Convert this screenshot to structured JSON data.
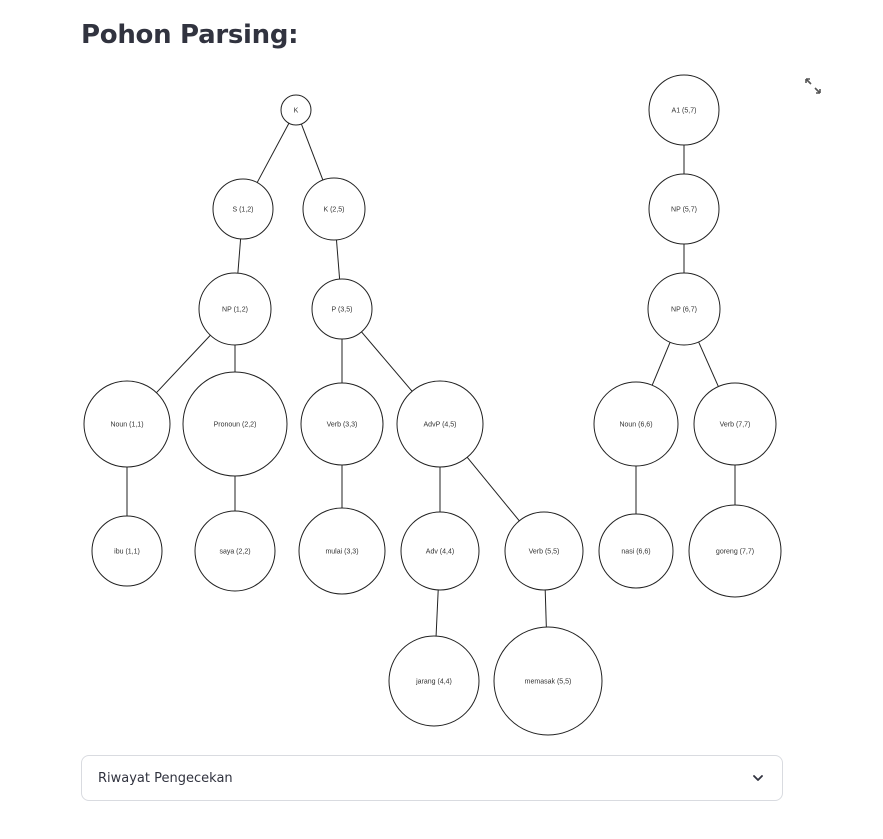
{
  "page": {
    "title": "Pohon Parsing:"
  },
  "toolbar": {
    "fullscreen_icon": "expand-arrows-icon"
  },
  "parse_tree": {
    "nodes": [
      {
        "id": "k_root",
        "label": "K"
      },
      {
        "id": "s12",
        "label": "S (1,2)"
      },
      {
        "id": "k25",
        "label": "K (2,5)"
      },
      {
        "id": "np12",
        "label": "NP (1,2)"
      },
      {
        "id": "p35",
        "label": "P (3,5)"
      },
      {
        "id": "noun11",
        "label": "Noun (1,1)"
      },
      {
        "id": "pronoun22",
        "label": "Pronoun (2,2)"
      },
      {
        "id": "verb33",
        "label": "Verb (3,3)"
      },
      {
        "id": "advp45",
        "label": "AdvP (4,5)"
      },
      {
        "id": "ibu11",
        "label": "ibu (1,1)"
      },
      {
        "id": "saya22",
        "label": "saya (2,2)"
      },
      {
        "id": "mulai33",
        "label": "mulai (3,3)"
      },
      {
        "id": "adv44",
        "label": "Adv (4,4)"
      },
      {
        "id": "verb55",
        "label": "Verb (5,5)"
      },
      {
        "id": "jarang44",
        "label": "jarang (4,4)"
      },
      {
        "id": "memasak55",
        "label": "memasak (5,5)"
      },
      {
        "id": "a157",
        "label": "A1 (5,7)"
      },
      {
        "id": "np57",
        "label": "NP (5,7)"
      },
      {
        "id": "np67",
        "label": "NP (6,7)"
      },
      {
        "id": "noun66",
        "label": "Noun (6,6)"
      },
      {
        "id": "verb77",
        "label": "Verb (7,7)"
      },
      {
        "id": "nasi66",
        "label": "nasi (6,6)"
      },
      {
        "id": "goreng77",
        "label": "goreng (7,7)"
      }
    ],
    "edges": [
      [
        "k_root",
        "s12"
      ],
      [
        "k_root",
        "k25"
      ],
      [
        "s12",
        "np12"
      ],
      [
        "k25",
        "p35"
      ],
      [
        "np12",
        "noun11"
      ],
      [
        "np12",
        "pronoun22"
      ],
      [
        "p35",
        "verb33"
      ],
      [
        "p35",
        "advp45"
      ],
      [
        "noun11",
        "ibu11"
      ],
      [
        "pronoun22",
        "saya22"
      ],
      [
        "verb33",
        "mulai33"
      ],
      [
        "advp45",
        "adv44"
      ],
      [
        "advp45",
        "verb55"
      ],
      [
        "adv44",
        "jarang44"
      ],
      [
        "verb55",
        "memasak55"
      ],
      [
        "a157",
        "np57"
      ],
      [
        "np57",
        "np67"
      ],
      [
        "np67",
        "noun66"
      ],
      [
        "np67",
        "verb77"
      ],
      [
        "noun66",
        "nasi66"
      ],
      [
        "verb77",
        "goreng77"
      ]
    ]
  },
  "history_expander": {
    "label": "Riwayat Pengecekan",
    "chevron_icon": "chevron-down-icon"
  }
}
